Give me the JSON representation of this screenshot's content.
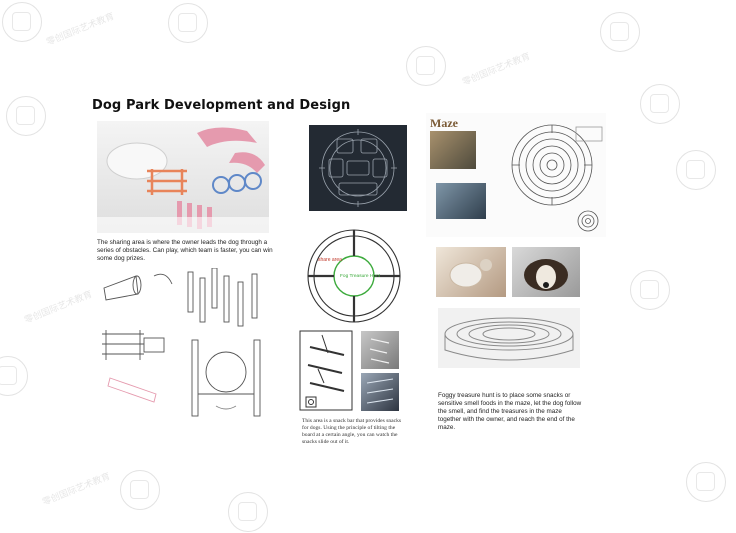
{
  "page": {
    "title": "Dog Park Development and Design"
  },
  "sharing_area": {
    "caption": "The sharing area is where the owner leads the dog through a series of obstacles. Can play, which team is faster, you can win some dog prizes."
  },
  "maze": {
    "heading": "Maze",
    "diagram_labels": {
      "share_area": "share area",
      "treasure_hunt": "Fog Treasure Hunt"
    },
    "snack_bar_caption": "This area is a snack bar that provides snacks for dogs. Using the principle of tilting the board at a certain angle, you can watch the snacks slide out of it."
  },
  "treasure_hunt": {
    "caption": "Foggy treasure hunt is to place some snacks or sensitive smell foods in the maze, let the dog follow the smell, and find the treasures in the maze together with the owner, and reach the end of the maze."
  },
  "watermark": {
    "text": "零创国际艺术教育"
  },
  "colors": {
    "pink": "#e59aae",
    "orange": "#e8845a",
    "blue": "#5f88c8",
    "green": "#3caa3c",
    "dark_panel": "#232a33"
  }
}
